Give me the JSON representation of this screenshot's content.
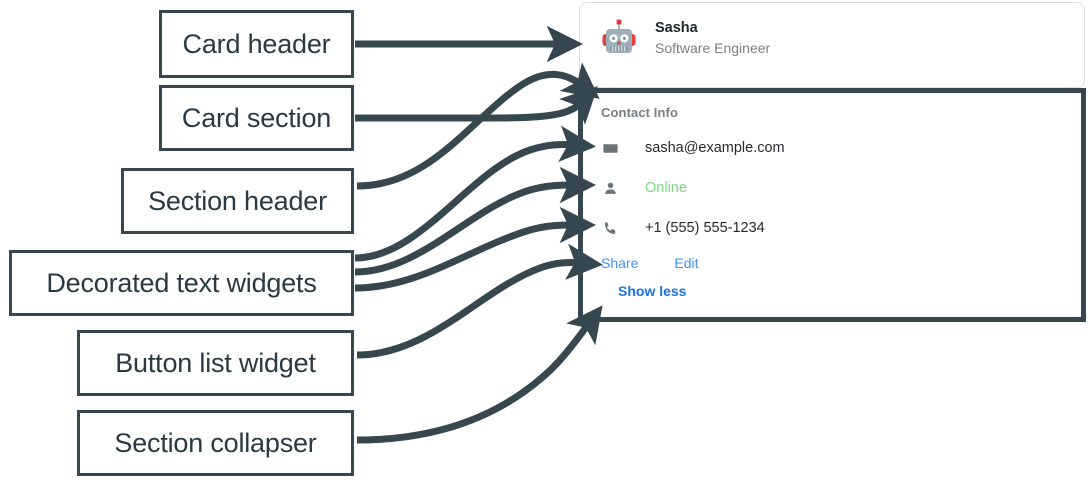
{
  "annotations": [
    {
      "id": "card-header",
      "label": "Card header"
    },
    {
      "id": "card-section",
      "label": "Card section"
    },
    {
      "id": "section-header",
      "label": "Section header"
    },
    {
      "id": "decorated-text-widgets",
      "label": "Decorated text widgets"
    },
    {
      "id": "button-list-widget",
      "label": "Button list widget"
    },
    {
      "id": "section-collapser",
      "label": "Section collapser"
    }
  ],
  "card": {
    "header": {
      "avatar_icon": "robot-avatar-icon",
      "title": "Sasha",
      "subtitle": "Software Engineer"
    },
    "section": {
      "header": "Contact Info",
      "rows": [
        {
          "icon": "envelope-icon",
          "text": "sasha@example.com",
          "status": false
        },
        {
          "icon": "person-icon",
          "text": "Online",
          "status": true
        },
        {
          "icon": "phone-icon",
          "text": "+1 (555) 555-1234",
          "status": false
        }
      ],
      "buttons": [
        {
          "label": "Share"
        },
        {
          "label": "Edit"
        }
      ],
      "collapser": {
        "label": "Show less"
      }
    }
  },
  "colors": {
    "annotation_stroke": "#36474f",
    "annotation_text": "#2b3a42",
    "card_border": "#dcdcdc",
    "link_blue": "#3e93f7",
    "collapser_blue": "#1a73e8",
    "online_green": "#81d67f",
    "muted_text": "#7b7f82"
  }
}
